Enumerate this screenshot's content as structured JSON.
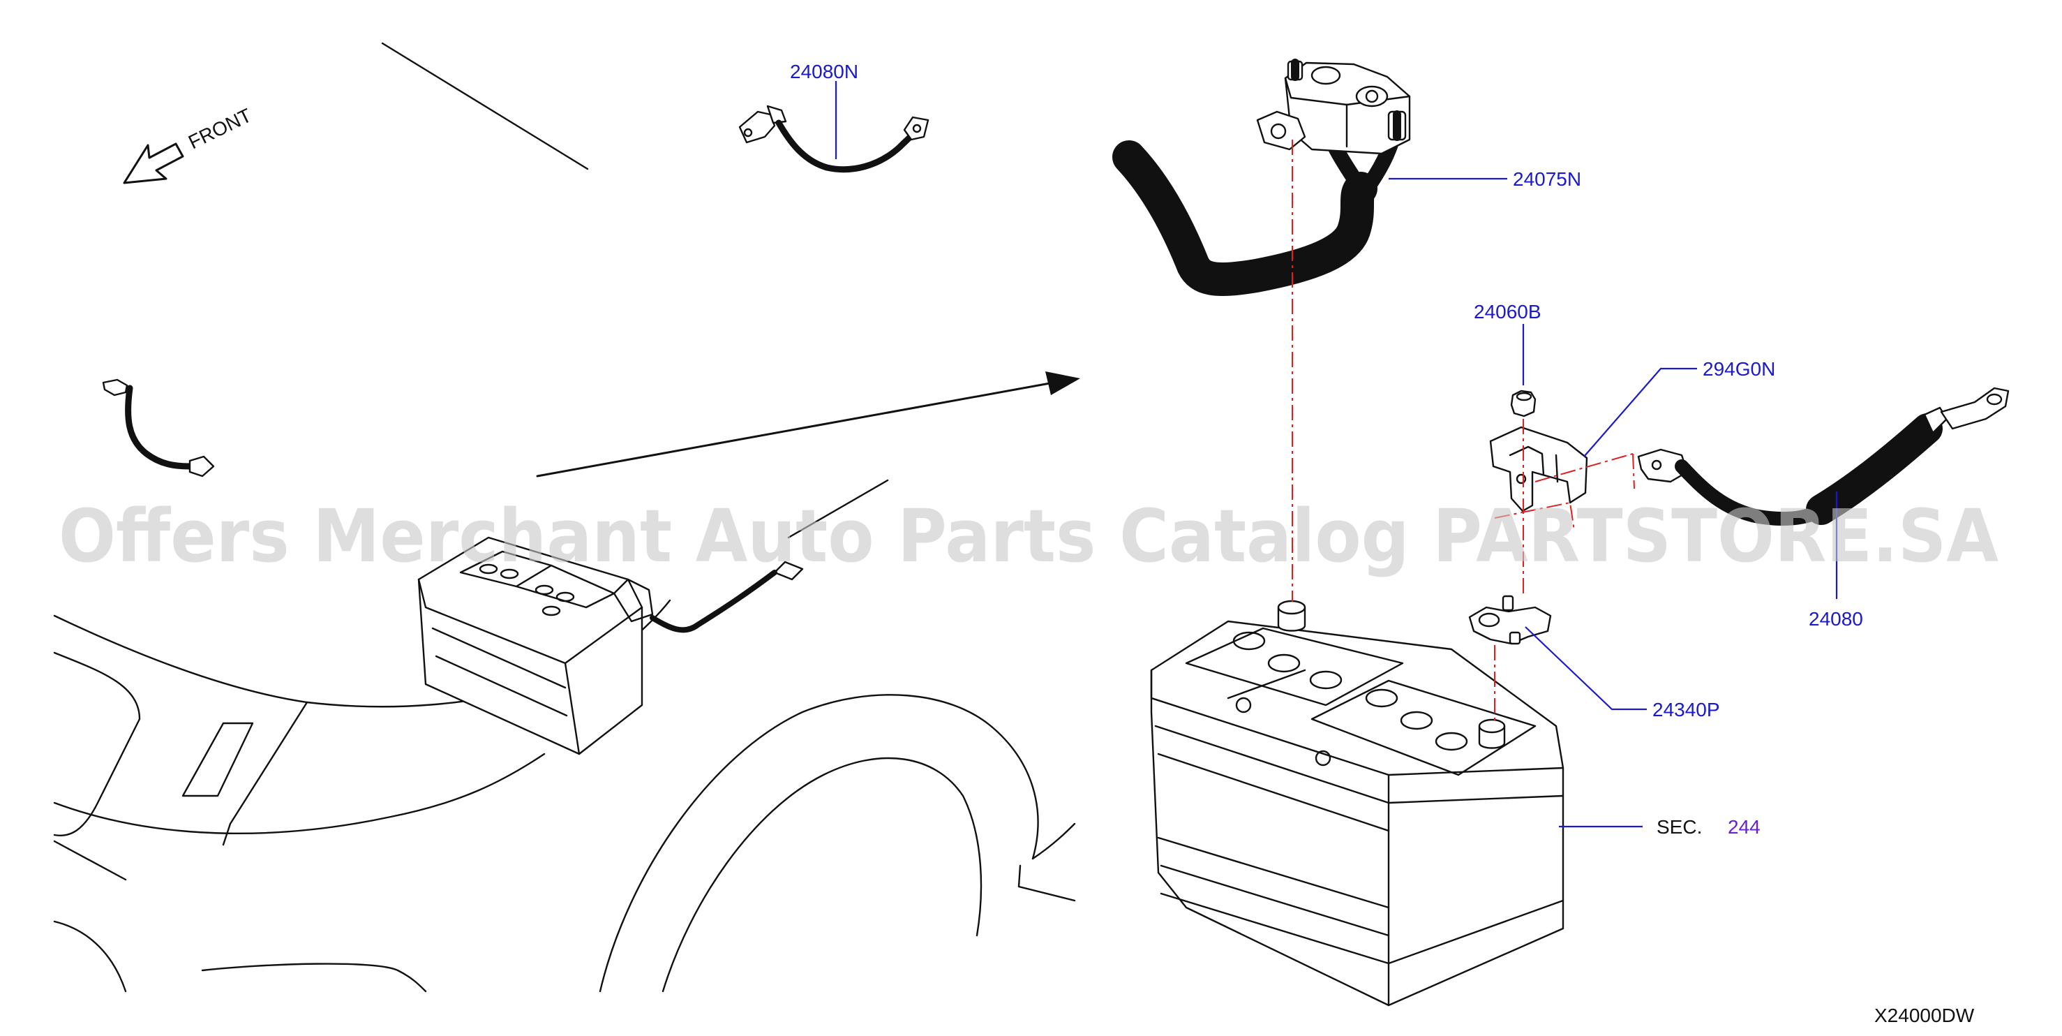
{
  "direction_label": "FRONT",
  "watermark": "Offers Merchant Auto Parts Catalog PARTSTORE.SA",
  "diagram_code": "X24000DW",
  "callouts": {
    "negative_cable": "24080N",
    "positive_terminal_harness": "24075N",
    "nut": "24060B",
    "bracket": "294G0N",
    "main_cable": "24080",
    "terminal_clamp": "24340P",
    "battery_sec_prefix": "SEC.",
    "battery_sec_number": "244"
  },
  "colors": {
    "callout_text": "#1a1acc",
    "section_number": "#6a1fd1",
    "centerline": "#e02020",
    "watermark": "#c8c8c8"
  }
}
